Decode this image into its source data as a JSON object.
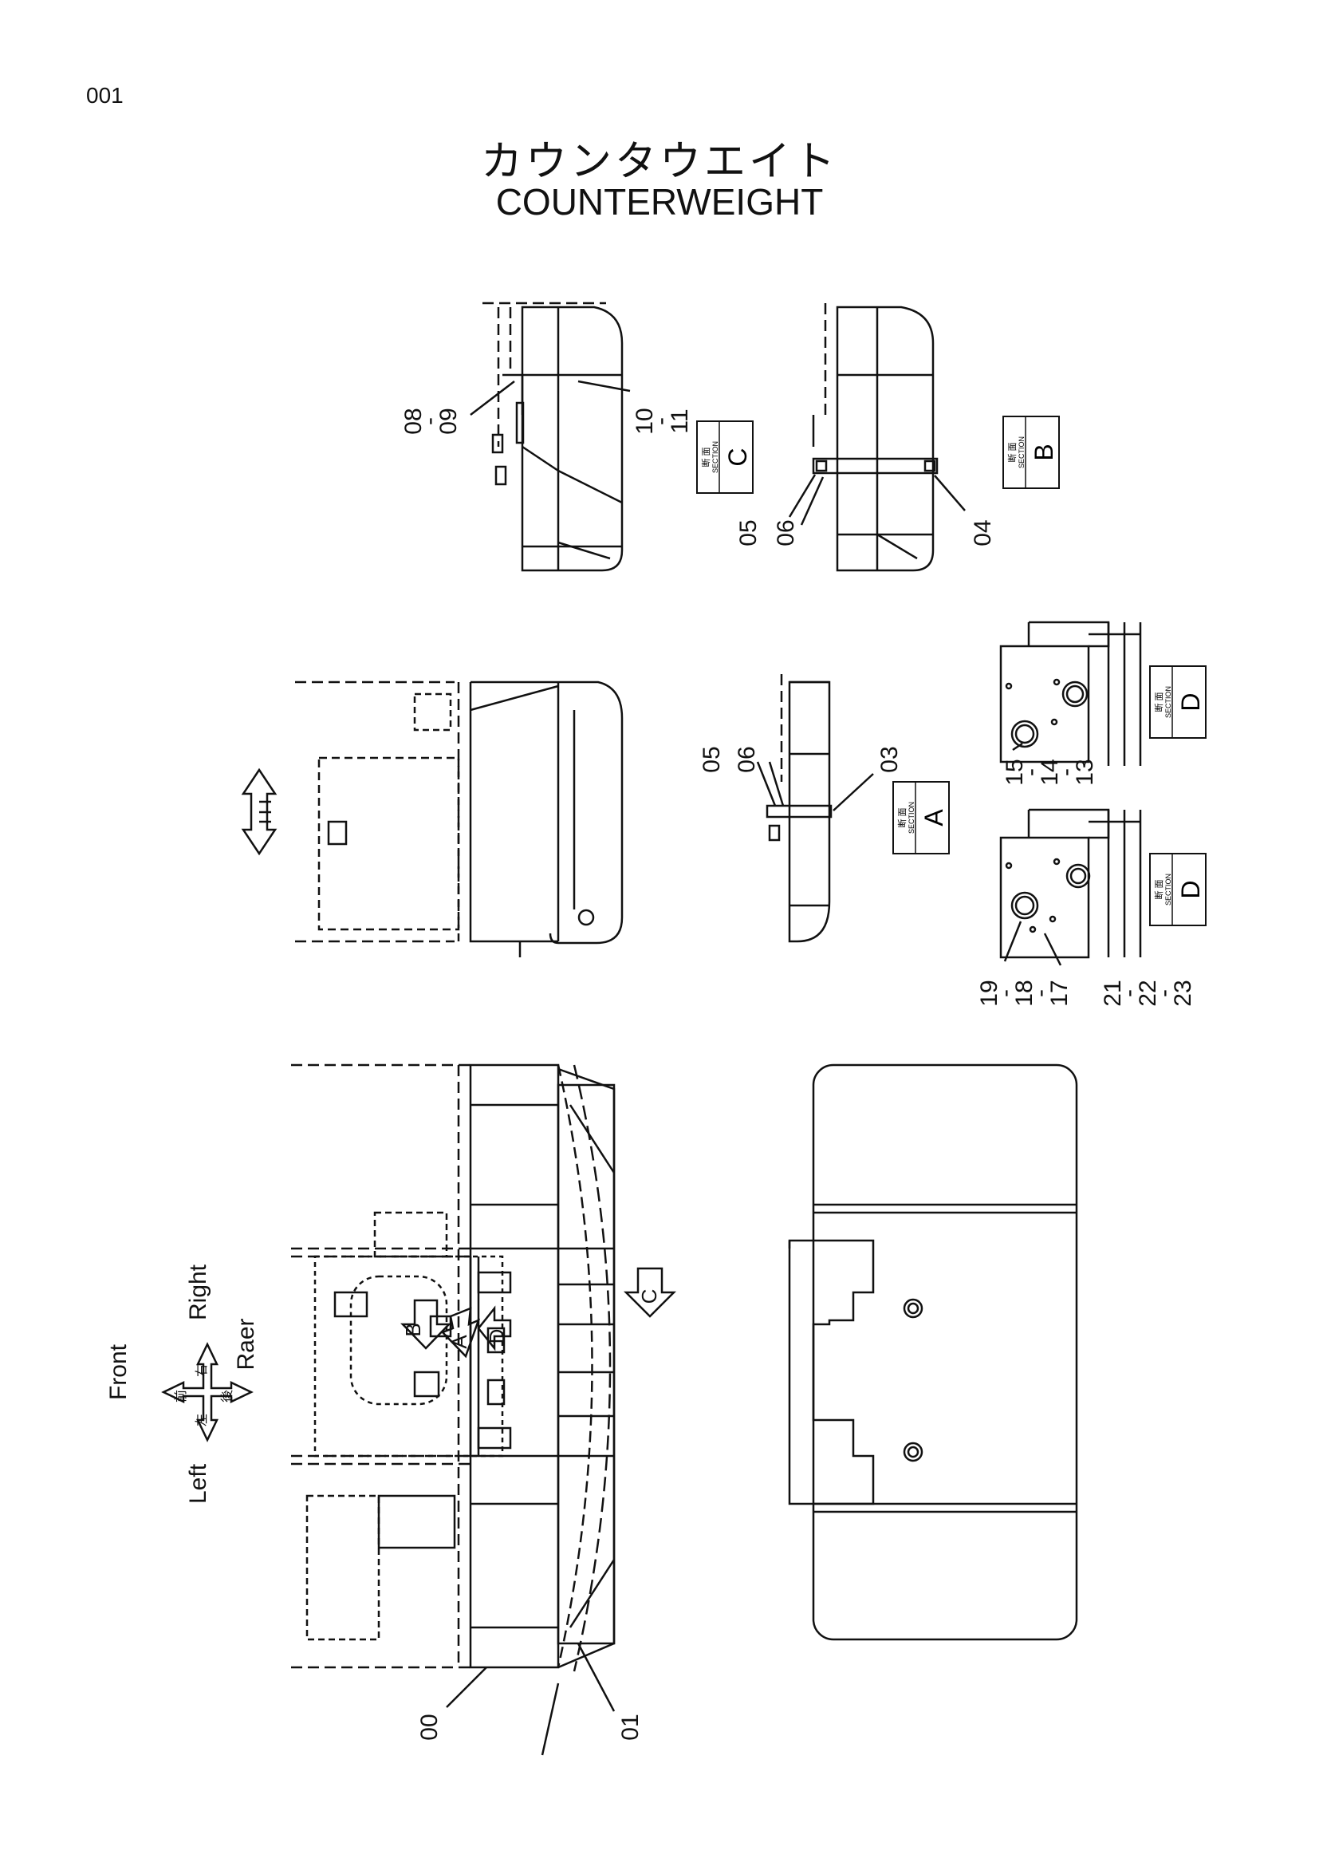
{
  "page_number": "001",
  "title_jp": "カウンタウエイト",
  "title_en": "COUNTERWEIGHT",
  "orientation": {
    "front": "Front",
    "right": "Right",
    "raer": "Raer",
    "left": "Left",
    "kanji_front": "前",
    "kanji_right": "右",
    "kanji_rear": "後",
    "kanji_left": "左"
  },
  "section_tags": {
    "jp": "断 面",
    "en": "SECTION",
    "A": "A",
    "B": "B",
    "C": "C",
    "D": "D"
  },
  "view_arrows": {
    "A": "A",
    "B": "B",
    "C": "C",
    "D": "D"
  },
  "callouts": {
    "p00": "00",
    "p01": "01",
    "p03": "03",
    "p04": "04",
    "p05": "05",
    "p06": "06",
    "p08": "08",
    "p09": "09",
    "p10": "10",
    "p11": "11",
    "p13": "13",
    "p14": "14",
    "p15": "15",
    "p17": "17",
    "p18": "18",
    "p19": "19",
    "p21": "21",
    "p22": "22",
    "p23": "23",
    "dash": "-"
  }
}
